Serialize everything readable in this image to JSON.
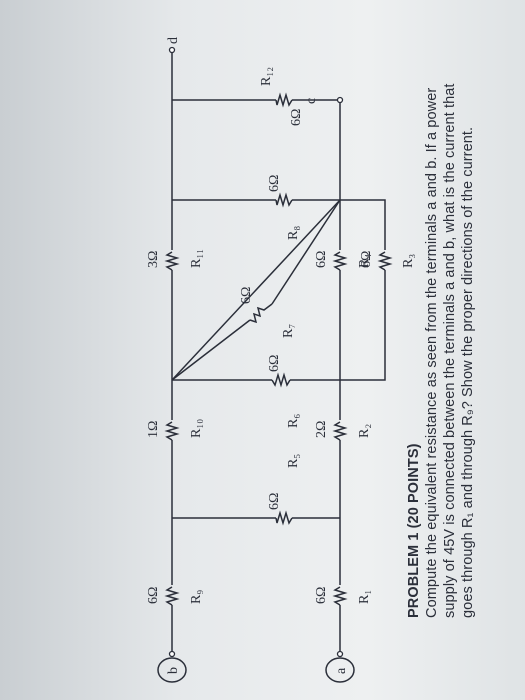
{
  "problem": {
    "title": "PROBLEM 1 (20 POINTS)",
    "text": "Compute the equivalent resistance as seen from the terminals a and b. If a power supply of 45V is connected between the terminals a and b, what is the current that goes through R₁ and through R₉? Show the proper directions of the current."
  },
  "terminals": {
    "a": "a",
    "b": "b",
    "c": "c",
    "d": "d"
  },
  "resistors": [
    {
      "name": "R₁",
      "value": "6Ω"
    },
    {
      "name": "R₂",
      "value": "2Ω"
    },
    {
      "name": "R₃",
      "value": "6Ω"
    },
    {
      "name": "R₄",
      "value": "6Ω"
    },
    {
      "name": "R₅",
      "value": "6Ω"
    },
    {
      "name": "R₆",
      "value": "6Ω"
    },
    {
      "name": "R₇",
      "value": "6Ω"
    },
    {
      "name": "R₈",
      "value": "6Ω"
    },
    {
      "name": "R₉",
      "value": "6Ω"
    },
    {
      "name": "R₁₀",
      "value": "1Ω"
    },
    {
      "name": "R₁₁",
      "value": "3Ω"
    },
    {
      "name": "R₁₂",
      "value": "6Ω"
    }
  ]
}
